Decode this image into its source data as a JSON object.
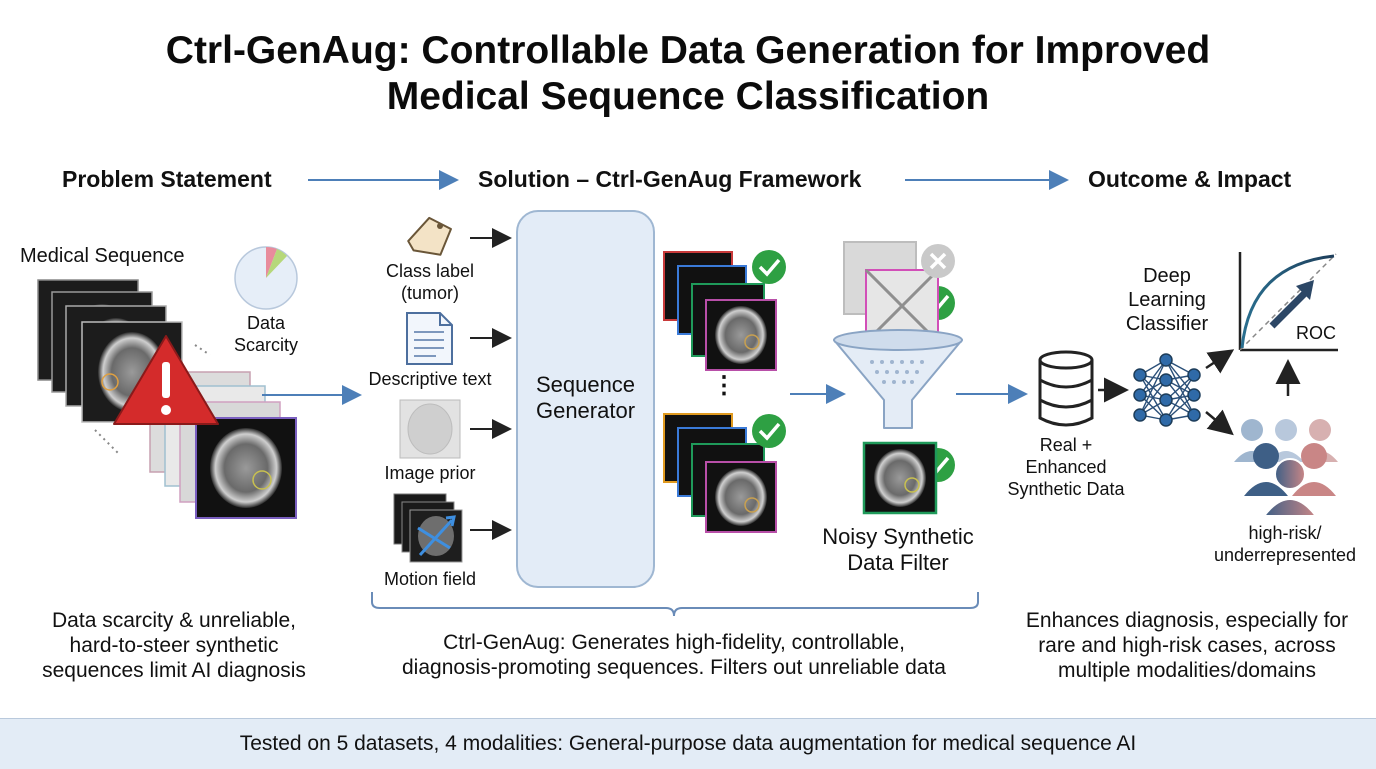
{
  "title": {
    "line1": "Ctrl-GenAug: Controllable Data Generation for Improved",
    "line2": "Medical Sequence Classification"
  },
  "sections": {
    "problem": "Problem Statement",
    "solution": "Solution – Ctrl-GenAug Framework",
    "outcome": "Outcome & Impact"
  },
  "problem": {
    "sequence_label": "Medical Sequence",
    "scarcity_line1": "Data",
    "scarcity_line2": "Scarcity",
    "caption_line1": "Data scarcity & unreliable,",
    "caption_line2": "hard-to-steer synthetic",
    "caption_line3": "sequences limit AI diagnosis",
    "icons": [
      "mri-slice-stack",
      "warning-icon",
      "pie-chart-icon"
    ]
  },
  "solution": {
    "inputs": {
      "class_label_line1": "Class label",
      "class_label_line2": "(tumor)",
      "descriptive_text": "Descriptive text",
      "image_prior": "Image prior",
      "motion_field": "Motion field"
    },
    "generator_line1": "Sequence",
    "generator_line2": "Generator",
    "filter_line1": "Noisy Synthetic",
    "filter_line2": "Data Filter",
    "caption_line1": "Ctrl-GenAug: Generates high-fidelity, controllable,",
    "caption_line2": "diagnosis-promoting sequences. Filters out unreliable data",
    "ellipsis": "⋮",
    "icons": [
      "tag-icon",
      "document-icon",
      "image-prior-icon",
      "motion-field-icon",
      "check-icon",
      "cross-icon",
      "funnel-icon"
    ]
  },
  "outcome": {
    "data_line1": "Real +",
    "data_line2": "Enhanced",
    "data_line3": "Synthetic Data",
    "classifier_line1": "Deep",
    "classifier_line2": "Learning",
    "classifier_line3": "Classifier",
    "roc_label": "ROC",
    "group_line1": "high-risk/",
    "group_line2": "underrepresented",
    "caption_line1": "Enhances diagnosis, especially for",
    "caption_line2": "rare and high-risk cases, across",
    "caption_line3": "multiple modalities/domains",
    "icons": [
      "database-icon",
      "neural-network-icon",
      "roc-curve-icon",
      "people-group-icon"
    ]
  },
  "footer": "Tested on 5 datasets, 4 modalities: General-purpose data augmentation for medical sequence AI",
  "colors": {
    "arrow_blue": "#4d7fb8",
    "generator_fill": "#e3ecf7",
    "check_green": "#2ea043",
    "warning_red": "#d42b2b",
    "footer_fill": "#e3ecf6"
  }
}
